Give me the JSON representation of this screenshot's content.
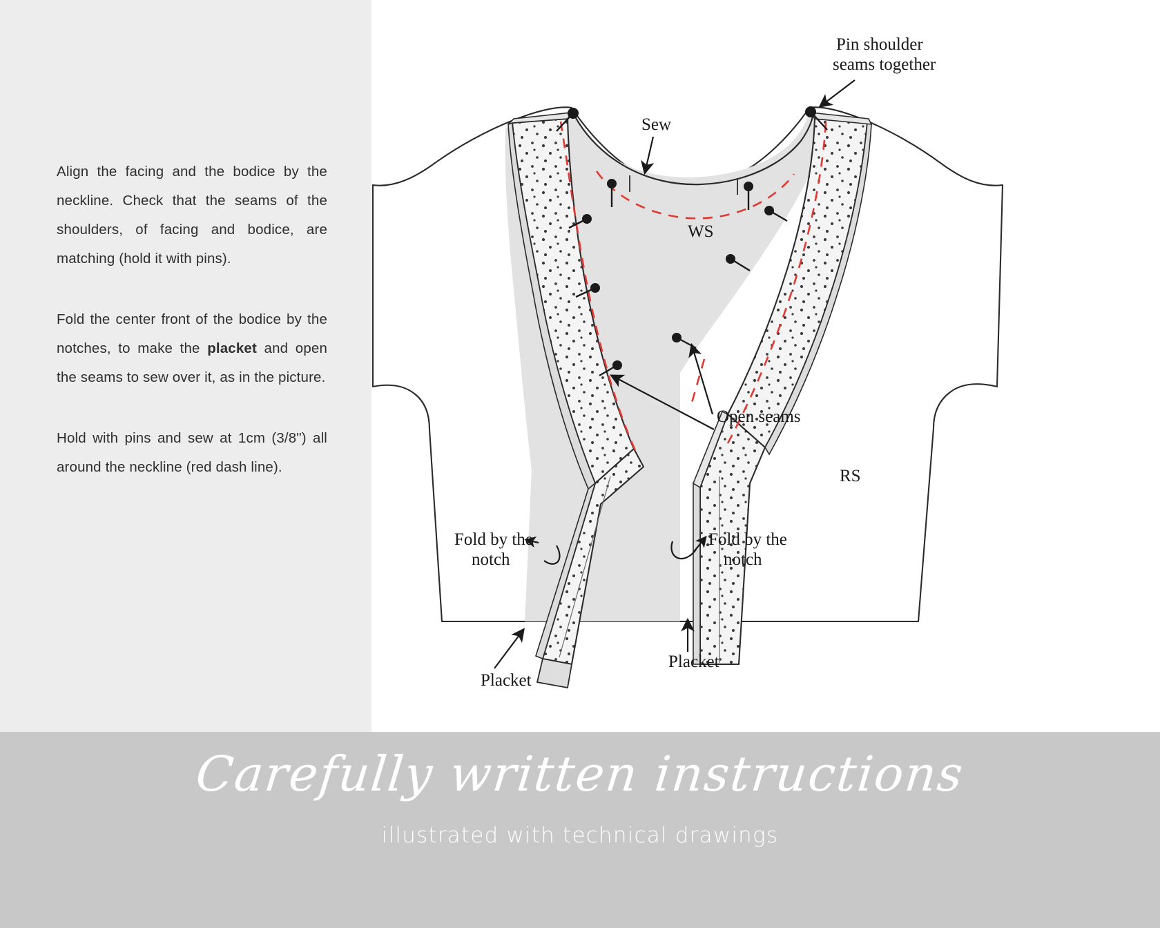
{
  "instructions": {
    "paragraph_1_pre": "Align the facing and the bodice by the neckline. Check that the seams of the shoulders, of facing and bodice, are matching (hold it with pins).",
    "paragraph_2_pre": "Fold the center front of the bodice by the notches, to make the ",
    "paragraph_2_bold": "placket",
    "paragraph_2_post": " and open the seams to sew over it, as in the picture.",
    "paragraph_3": "Hold with pins and sew at 1cm (3/8\") all around the neckline (red dash line)."
  },
  "diagram": {
    "labels": {
      "pin_shoulder_line1": "Pin shoulder",
      "pin_shoulder_line2": "seams together",
      "sew": "Sew",
      "ws": "WS",
      "rs": "RS",
      "open_seams": "Open seams",
      "fold_left_line1": "Fold by the",
      "fold_left_line2": "notch",
      "fold_right_line1": "Fold by the",
      "fold_right_line2": "notch",
      "placket_left": "Placket",
      "placket_right": "Placket"
    },
    "colors": {
      "outline": "#2b2b2b",
      "stitch_line": "#e03a34",
      "wrong_side_fill": "#e0e0e0",
      "facing_fill": "#f2f2f2",
      "right_side_fill": "#ffffff",
      "panel_background": "#ededed",
      "banner_background": "#c8c8c8"
    }
  },
  "banner": {
    "title": "Carefully written instructions",
    "subtitle": "illustrated with  technical drawings"
  }
}
